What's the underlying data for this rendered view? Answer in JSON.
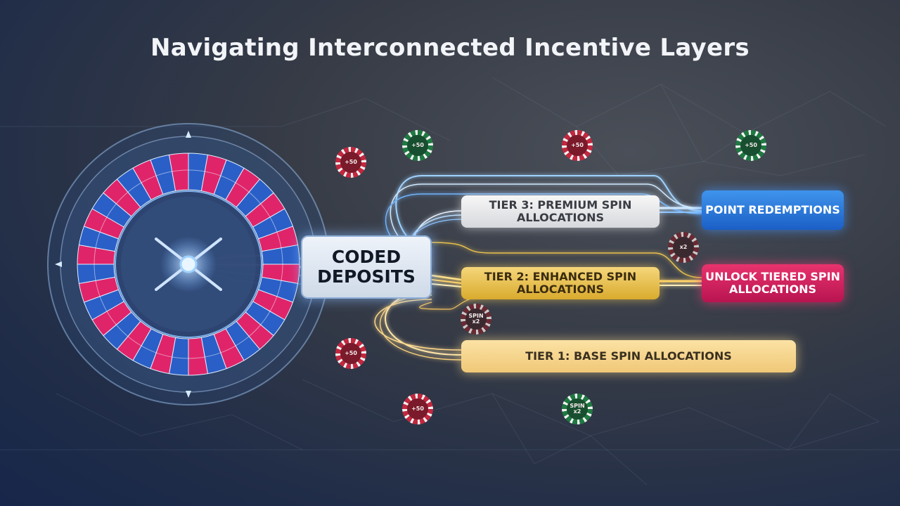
{
  "title": "Navigating Interconnected Incentive Layers",
  "nodes": {
    "coded_deposits": "CODED DEPOSITS",
    "tier3": "TIER 3: PREMIUM SPIN ALLOCATIONS",
    "tier2": "TIER 2: ENHANCED SPIN ALLOCATIONS",
    "tier1": "TIER 1: BASE SPIN ALLOCATIONS",
    "point_redemptions": "POINT REDEMPTIONS",
    "unlock_tiered": "UNLOCK TIERED SPIN ALLOCATIONS"
  },
  "chips": [
    {
      "label": "+50",
      "color": "red"
    },
    {
      "label": "+50",
      "color": "green"
    },
    {
      "label": "+50",
      "color": "red"
    },
    {
      "label": "+50",
      "color": "green"
    },
    {
      "label": "x2",
      "color": "dark"
    },
    {
      "label": "SPIN x2",
      "color": "dark"
    },
    {
      "label": "+50",
      "color": "red"
    },
    {
      "label": "+50",
      "color": "red"
    },
    {
      "label": "SPIN x2",
      "color": "green"
    }
  ],
  "colors": {
    "point_blue": "#2f7fe0",
    "unlock_pink": "#d42363",
    "tier2_gold": "#e6bb45",
    "tier1_cream": "#f6d693",
    "wheel_red": "#e0246a",
    "wheel_blue": "#2a5fc7"
  }
}
